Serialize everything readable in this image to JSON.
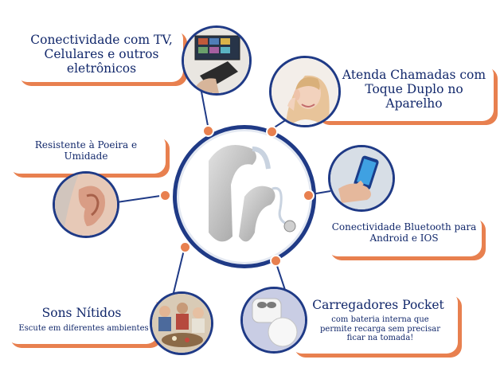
{
  "features": {
    "tv": {
      "title": "Conectividade com TV, Celulares e outros eletrônicos",
      "icon": "tv-remote-icon"
    },
    "calls": {
      "title": "Atenda Chamadas com Toque Duplo no Aparelho",
      "icon": "woman-ear-icon"
    },
    "dust": {
      "title": "Resistente à Poeira e Umidade",
      "icon": "ear-icon"
    },
    "bluetooth": {
      "title": "Conectividade Bluetooth para Android e IOS",
      "icon": "smartphone-hand-icon"
    },
    "sound": {
      "title": "Sons Nítidos",
      "subtitle": "Escute em diferentes ambientes",
      "icon": "group-people-icon"
    },
    "charger": {
      "title": "Carregadores Pocket",
      "subtitle": "com bateria interna que permite recarga sem precisar ficar na tomada!",
      "icon": "charger-case-icon"
    }
  },
  "center": {
    "icon": "hearing-aid-icon"
  },
  "colors": {
    "navy": "#1f3a86",
    "text": "#12286b",
    "accent": "#e8804f"
  }
}
